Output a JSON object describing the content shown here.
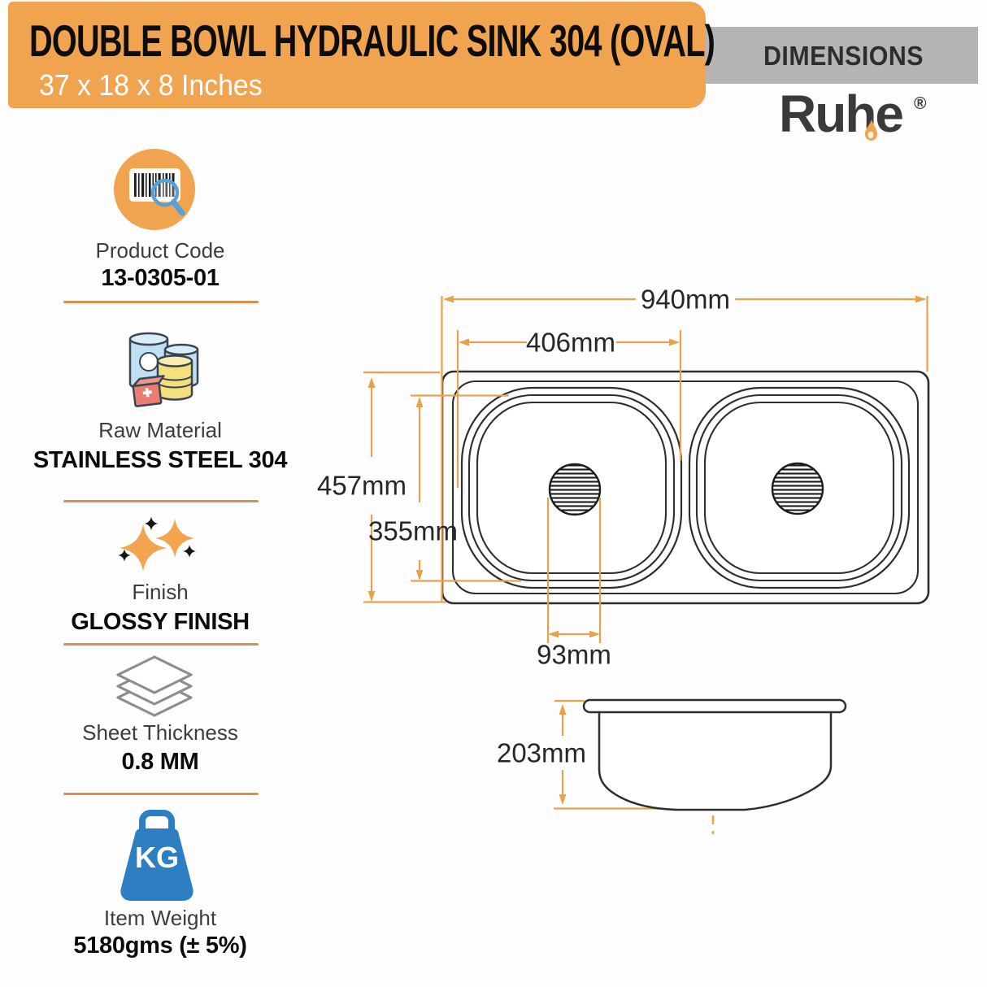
{
  "banner": {
    "title": "DOUBLE BOWL HYDRAULIC SINK 304 (OVAL)",
    "subtitle": "37 x 18 x 8 Inches"
  },
  "header": {
    "dimensions_label": "DIMENSIONS",
    "brand": "Ruhe",
    "registered": "®"
  },
  "specs": [
    {
      "label": "Product Code",
      "value": "13-0305-01",
      "icon": "barcode-search-icon"
    },
    {
      "label": "Raw Material",
      "value": "STAINLESS STEEL 304",
      "icon": "material-cans-icon"
    },
    {
      "label": "Finish",
      "value": "GLOSSY FINISH",
      "icon": "sparkle-icon"
    },
    {
      "label": "Sheet Thickness",
      "value": "0.8 MM",
      "icon": "stacked-sheets-icon"
    },
    {
      "label": "Item Weight",
      "value": "5180gms (± 5%)",
      "icon": "kg-weight-icon",
      "icon_text": "KG"
    }
  ],
  "drawing": {
    "overall_width": "940mm",
    "bowl_center_width": "406mm",
    "overall_depth": "457mm",
    "bowl_depth": "355mm",
    "drain_width": "93mm",
    "bowl_height": "203mm"
  },
  "colors": {
    "accent_orange": "#F0A44F",
    "dimension_line_orange": "#E9A24C",
    "band_gray": "#B5B4B3",
    "divider_orange": "#DB8F4F",
    "kg_blue": "#2E7FC2",
    "magnifier_blue": "#58A0D8",
    "logo_charcoal": "#3B3A38",
    "line_black": "#2E2E2E"
  }
}
